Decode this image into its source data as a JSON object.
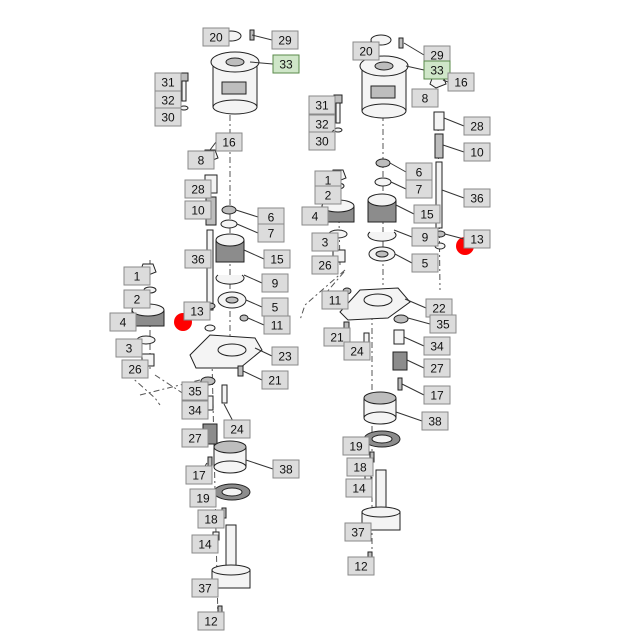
{
  "left_assembly": {
    "callouts": [
      {
        "id": "L20",
        "label": "20"
      },
      {
        "id": "L29",
        "label": "29"
      },
      {
        "id": "L33",
        "label": "33",
        "highlight": true
      },
      {
        "id": "L31",
        "label": "31"
      },
      {
        "id": "L32",
        "label": "32"
      },
      {
        "id": "L30",
        "label": "30"
      },
      {
        "id": "L16",
        "label": "16"
      },
      {
        "id": "L8",
        "label": "8"
      },
      {
        "id": "L28",
        "label": "28"
      },
      {
        "id": "L10",
        "label": "10"
      },
      {
        "id": "L6",
        "label": "6"
      },
      {
        "id": "L7",
        "label": "7"
      },
      {
        "id": "L36",
        "label": "36"
      },
      {
        "id": "L15",
        "label": "15"
      },
      {
        "id": "L9",
        "label": "9"
      },
      {
        "id": "L1",
        "label": "1"
      },
      {
        "id": "L2",
        "label": "2"
      },
      {
        "id": "L5",
        "label": "5"
      },
      {
        "id": "L13",
        "label": "13"
      },
      {
        "id": "L4",
        "label": "4"
      },
      {
        "id": "L11",
        "label": "11"
      },
      {
        "id": "L3",
        "label": "3"
      },
      {
        "id": "L23",
        "label": "23"
      },
      {
        "id": "L26",
        "label": "26"
      },
      {
        "id": "L21",
        "label": "21"
      },
      {
        "id": "L35",
        "label": "35"
      },
      {
        "id": "L34",
        "label": "34"
      },
      {
        "id": "L24",
        "label": "24"
      },
      {
        "id": "L27",
        "label": "27"
      },
      {
        "id": "L17",
        "label": "17"
      },
      {
        "id": "L38",
        "label": "38"
      },
      {
        "id": "L19",
        "label": "19"
      },
      {
        "id": "L18",
        "label": "18"
      },
      {
        "id": "L14",
        "label": "14"
      },
      {
        "id": "L37",
        "label": "37"
      },
      {
        "id": "L12",
        "label": "12"
      }
    ]
  },
  "right_assembly": {
    "callouts": [
      {
        "id": "R20",
        "label": "20"
      },
      {
        "id": "R29",
        "label": "29"
      },
      {
        "id": "R33",
        "label": "33",
        "highlight": true
      },
      {
        "id": "R16",
        "label": "16"
      },
      {
        "id": "R8",
        "label": "8"
      },
      {
        "id": "R31",
        "label": "31"
      },
      {
        "id": "R32",
        "label": "32"
      },
      {
        "id": "R30",
        "label": "30"
      },
      {
        "id": "R28",
        "label": "28"
      },
      {
        "id": "R10",
        "label": "10"
      },
      {
        "id": "R1",
        "label": "1"
      },
      {
        "id": "R6",
        "label": "6"
      },
      {
        "id": "R2",
        "label": "2"
      },
      {
        "id": "R7",
        "label": "7"
      },
      {
        "id": "R36",
        "label": "36"
      },
      {
        "id": "R4",
        "label": "4"
      },
      {
        "id": "R15",
        "label": "15"
      },
      {
        "id": "R13",
        "label": "13"
      },
      {
        "id": "R3",
        "label": "3"
      },
      {
        "id": "R9",
        "label": "9"
      },
      {
        "id": "R26",
        "label": "26"
      },
      {
        "id": "R5",
        "label": "5"
      },
      {
        "id": "R11",
        "label": "11"
      },
      {
        "id": "R22",
        "label": "22"
      },
      {
        "id": "R35",
        "label": "35"
      },
      {
        "id": "R21",
        "label": "21"
      },
      {
        "id": "R34",
        "label": "34"
      },
      {
        "id": "R24",
        "label": "24"
      },
      {
        "id": "R27",
        "label": "27"
      },
      {
        "id": "R17",
        "label": "17"
      },
      {
        "id": "R38",
        "label": "38"
      },
      {
        "id": "R19",
        "label": "19"
      },
      {
        "id": "R18",
        "label": "18"
      },
      {
        "id": "R14",
        "label": "14"
      },
      {
        "id": "R37",
        "label": "37"
      },
      {
        "id": "R12",
        "label": "12"
      }
    ]
  },
  "colors": {
    "callout_fill": "#dcdcdc",
    "callout_highlight_fill": "#cfe6c8",
    "marker": "#ff0000"
  }
}
